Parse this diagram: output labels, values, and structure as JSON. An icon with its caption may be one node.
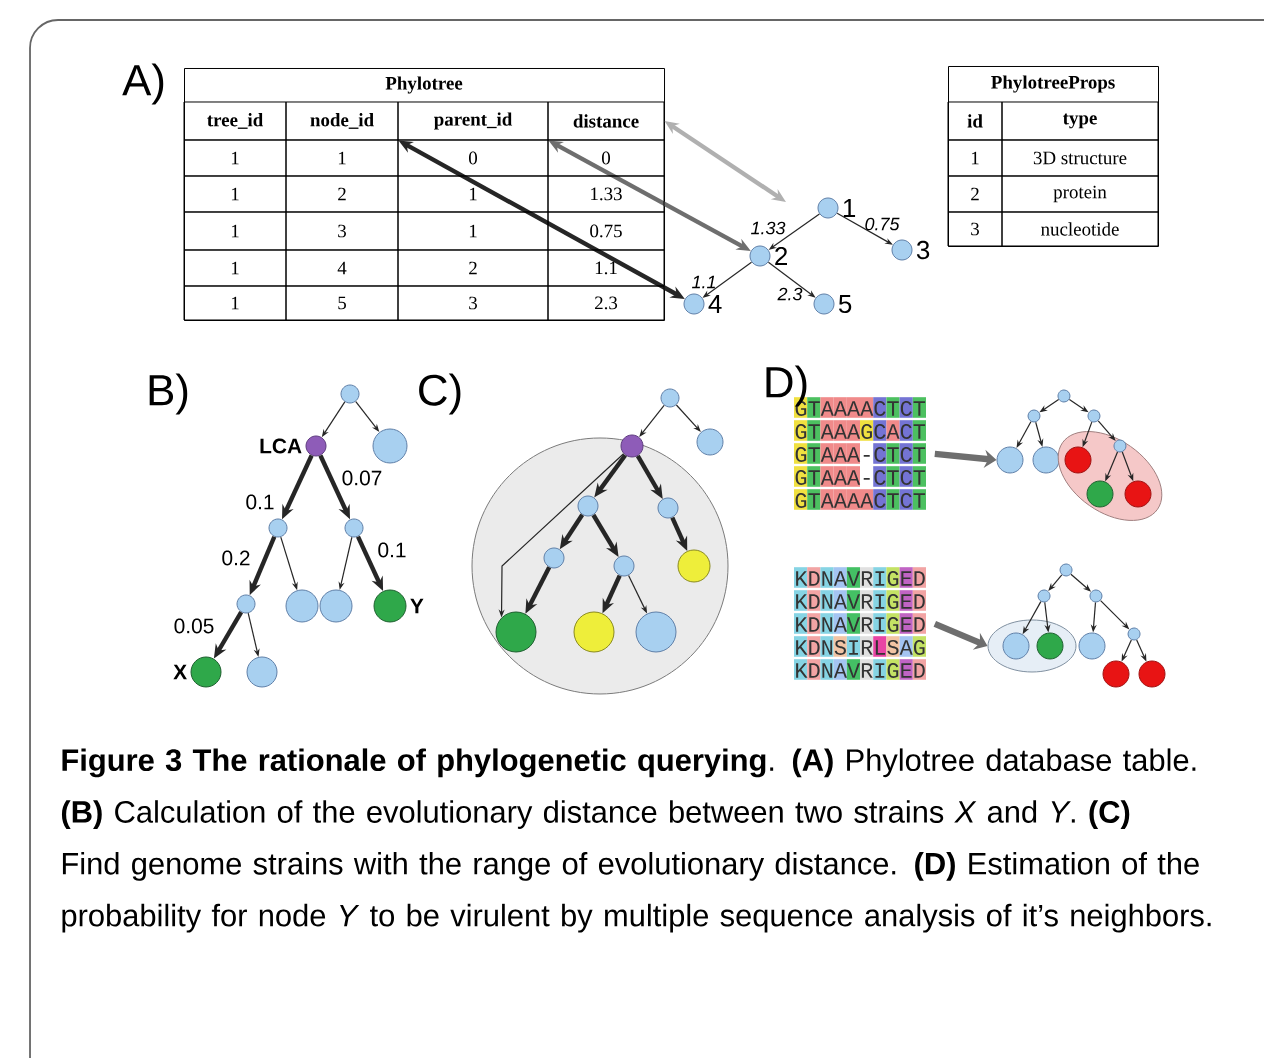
{
  "diagram": {
    "caption": "**Figure 3 The rationale of phylogenetic querying**. **(A)** Phylotree database table. **(B)** Calculation of the evolutionary distance between two strains *X* and *Y*. **(C)** Find genome strains with the range of evolutionary distance. **(D)** Estimation of the probability for node *Y* to be virulent by multiple sequence analysis of it’s neighbors.",
    "nodes": [
      {
        "text": [
          "Phylotree"
        ]
      },
      {
        "text": [
          "tree_id"
        ],
        "in": 0
      },
      {
        "text": [
          "node_id"
        ],
        "in": 0
      },
      {
        "text": [
          "parent_id"
        ],
        "in": 0
      },
      {
        "text": [
          "distance"
        ],
        "in": 0
      },
      {
        "text": [
          "PhylotreeProps"
        ]
      },
      {
        "text": [
          "id"
        ],
        "in": 5
      },
      {
        "text": [
          "type"
        ],
        "in": 5
      },
      {
        "text": [],
        "shape": "circle",
        "beside": [
          "1"
        ]
      },
      {
        "text": [],
        "shape": "circle",
        "beside": [
          "2"
        ]
      },
      {
        "text": [],
        "shape": "circle",
        "beside": [
          "3"
        ]
      },
      {
        "text": [],
        "shape": "circle",
        "beside": [
          "4"
        ]
      },
      {
        "text": [],
        "shape": "circle",
        "beside": [
          "5"
        ]
      },
      {
        "text": [],
        "shape": "circle"
      },
      {
        "text": [],
        "shape": "circle",
        "beside": [
          "LCA"
        ]
      },
      {
        "text": [],
        "shape": "circle"
      },
      {
        "text": [],
        "shape": "circle"
      },
      {
        "text": [],
        "shape": "circle"
      },
      {
        "text": [],
        "shape": "circle"
      },
      {
        "text": [],
        "shape": "circle"
      },
      {
        "text": [],
        "shape": "circle"
      },
      {
        "text": [],
        "shape": "circle",
        "beside": [
          "Y"
        ]
      },
      {
        "text": [],
        "shape": "circle",
        "beside": [
          "X"
        ]
      },
      {
        "text": [],
        "shape": "circle"
      },
      {
        "text": [],
        "shape": "circle"
      },
      {
        "text": [],
        "shape": "circle"
      },
      {
        "text": [],
        "shape": "circle",
        "in": 24
      },
      {
        "text": [],
        "shape": "circle"
      },
      {
        "text": [],
        "shape": "circle",
        "in": 24
      },
      {
        "text": [],
        "shape": "circle",
        "in": 24
      },
      {
        "text": [],
        "shape": "circle",
        "in": 24
      },
      {
        "text": [],
        "shape": "circle",
        "in": 24
      },
      {
        "text": [],
        "shape": "circle",
        "in": 24
      },
      {
        "text": [],
        "shape": "circle",
        "in": 24
      },
      {
        "text": [],
        "shape": "circle",
        "in": 24
      },
      {
        "text": [],
        "shape": "circle",
        "in": 24
      },
      {
        "text": [
          "GTAAAACTCT",
          "GTAAAGCACT",
          "GTAAA-CTCT",
          "GTAAA-CTCT",
          "GTAAAACTCT"
        ]
      },
      {
        "text": [],
        "shape": "circle"
      },
      {
        "text": [],
        "shape": "circle"
      },
      {
        "text": [],
        "shape": "circle"
      },
      {
        "text": [],
        "shape": "circle"
      },
      {
        "text": [],
        "shape": "circle"
      },
      {
        "text": [],
        "shape": "ellipse"
      },
      {
        "text": [],
        "shape": "circle",
        "in": 42
      },
      {
        "text": [],
        "shape": "circle",
        "in": 42
      },
      {
        "text": [],
        "shape": "circle",
        "in": 42
      },
      {
        "text": [],
        "shape": "circle",
        "in": 42
      },
      {
        "text": [
          "KDNAVRIGED",
          "KDNAVRIGED",
          "KDNAVRIGED",
          "KDNSIRLSAG",
          "KDNAVRIGED"
        ]
      },
      {
        "text": [],
        "shape": "circle"
      },
      {
        "text": [],
        "shape": "circle"
      },
      {
        "text": [],
        "shape": "circle"
      },
      {
        "text": [],
        "shape": "ellipse"
      },
      {
        "text": [],
        "shape": "circle",
        "in": 51
      },
      {
        "text": [],
        "shape": "circle",
        "in": 51
      },
      {
        "text": [],
        "shape": "circle"
      },
      {
        "text": [],
        "shape": "circle"
      },
      {
        "text": [],
        "shape": "circle"
      },
      {
        "text": [],
        "shape": "circle"
      }
    ],
    "edges": [
      {
        "from": 2,
        "to": 11,
        "arrow": "both",
        "style": "thick"
      },
      {
        "from": 3,
        "to": 9,
        "arrow": "both",
        "style": "thick",
        "color": "#6e6e6e"
      },
      {
        "from": 4,
        "to": null,
        "arrow": "both",
        "style": "thick",
        "color": "#b0b0b0"
      },
      {
        "from": 8,
        "to": 9,
        "arrow": "to",
        "label": "1.33"
      },
      {
        "from": 8,
        "to": 10,
        "arrow": "to",
        "label": "0.75"
      },
      {
        "from": 9,
        "to": 11,
        "arrow": "to",
        "label": "1.1"
      },
      {
        "from": 9,
        "to": 12,
        "arrow": "to",
        "label": "2.3"
      },
      {
        "from": 13,
        "to": 14,
        "arrow": "to"
      },
      {
        "from": 13,
        "to": 15,
        "arrow": "to"
      },
      {
        "from": 14,
        "to": 16,
        "arrow": "to",
        "style": "thick",
        "label": "0.1"
      },
      {
        "from": 14,
        "to": 17,
        "arrow": "to",
        "style": "thick",
        "label": "0.07"
      },
      {
        "from": 16,
        "to": 18,
        "arrow": "to",
        "style": "thick",
        "label": "0.2"
      },
      {
        "from": 16,
        "to": 19,
        "arrow": "to"
      },
      {
        "from": 17,
        "to": 20,
        "arrow": "to"
      },
      {
        "from": 17,
        "to": 21,
        "arrow": "to",
        "style": "thick",
        "label": "0.1"
      },
      {
        "from": 18,
        "to": 22,
        "arrow": "to",
        "style": "thick",
        "label": "0.05"
      },
      {
        "from": 18,
        "to": 23,
        "arrow": "to"
      },
      {
        "from": 25,
        "to": 26,
        "arrow": "to"
      },
      {
        "from": 25,
        "to": 27,
        "arrow": "to"
      },
      {
        "from": 26,
        "to": 28,
        "arrow": "to",
        "style": "thick"
      },
      {
        "from": 26,
        "to": 29,
        "arrow": "to",
        "style": "thick"
      },
      {
        "from": 28,
        "to": 30,
        "arrow": "to",
        "style": "thick"
      },
      {
        "from": 28,
        "to": 31,
        "arrow": "to",
        "style": "thick"
      },
      {
        "from": 29,
        "to": 32,
        "arrow": "to",
        "style": "thick"
      },
      {
        "from": 30,
        "to": 33,
        "arrow": "to",
        "style": "thick"
      },
      {
        "from": 31,
        "to": 34,
        "arrow": "to",
        "style": "thick"
      },
      {
        "from": 31,
        "to": 35,
        "arrow": "to"
      },
      {
        "from": 26,
        "to": 33,
        "arrow": "to"
      },
      {
        "from": 36,
        "to": 40,
        "arrow": "to",
        "style": "thick",
        "color": "#6e6e6e"
      },
      {
        "from": 37,
        "to": 38,
        "arrow": "to"
      },
      {
        "from": 37,
        "to": 39,
        "arrow": "to"
      },
      {
        "from": 38,
        "to": 40,
        "arrow": "to"
      },
      {
        "from": 38,
        "to": 41,
        "arrow": "to"
      },
      {
        "from": 39,
        "to": 43,
        "arrow": "to"
      },
      {
        "from": 39,
        "to": 44,
        "arrow": "to"
      },
      {
        "from": 44,
        "to": 45,
        "arrow": "to"
      },
      {
        "from": 44,
        "to": 46,
        "arrow": "to"
      },
      {
        "from": 47,
        "to": 51,
        "arrow": "to",
        "style": "thick",
        "color": "#6e6e6e"
      },
      {
        "from": 48,
        "to": 49,
        "arrow": "to"
      },
      {
        "from": 48,
        "to": 50,
        "arrow": "to"
      },
      {
        "from": 49,
        "to": 52,
        "arrow": "to"
      },
      {
        "from": 49,
        "to": 53,
        "arrow": "to"
      },
      {
        "from": 50,
        "to": 54,
        "arrow": "to"
      },
      {
        "from": 50,
        "to": 55,
        "arrow": "to"
      },
      {
        "from": 55,
        "to": 56,
        "arrow": "to"
      },
      {
        "from": 55,
        "to": 57,
        "arrow": "to"
      }
    ],
    "labels": [
      "A)",
      "1",
      "1",
      "0",
      "0",
      "1",
      "2",
      "1",
      "1.33",
      "1",
      "3",
      "1",
      "0.75",
      "1",
      "4",
      "2",
      "1.1",
      "1",
      "5",
      "3",
      "2.3",
      "1",
      "3D structure",
      "2",
      "protein",
      "3",
      "nucleotide",
      "B)",
      "C)",
      "D)"
    ]
  }
}
